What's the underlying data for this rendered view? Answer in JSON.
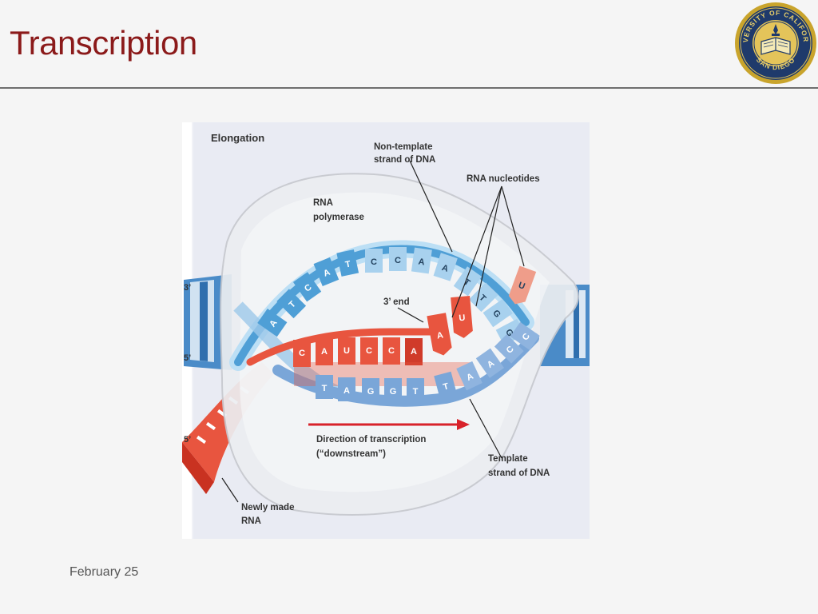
{
  "slide": {
    "title": "Transcription",
    "footer_date": "February 25"
  },
  "logo": {
    "text_top": "UNIVERSITY OF CALIFORNIA",
    "text_bottom": "SAN DIEGO"
  },
  "figure": {
    "panel_title": "Elongation",
    "labels": {
      "non_template_line1": "Non-template",
      "non_template_line2": "strand of DNA",
      "rna_nucleotides": "RNA nucleotides",
      "rna_polymerase_line1": "RNA",
      "rna_polymerase_line2": "polymerase",
      "three_prime_end": "3’ end",
      "direction_line1": "Direction of transcription",
      "direction_line2": "(“downstream”)",
      "template_line1": "Template",
      "template_line2": "strand of DNA",
      "newly_made_line1": "Newly made",
      "newly_made_line2": "RNA",
      "end_3prime_upper": "3’",
      "end_5prime_mid": "5’",
      "end_5prime_lower": "5’"
    },
    "non_template_bases": [
      "A",
      "T",
      "C",
      "A",
      "T",
      "C",
      "C",
      "A",
      "A",
      "T",
      "T",
      "G",
      "G"
    ],
    "rna_bases": [
      "C",
      "A",
      "U",
      "C",
      "C",
      "A"
    ],
    "free_nucleotides": [
      "A",
      "U",
      "U"
    ],
    "template_bases": [
      "T",
      "A",
      "G",
      "G",
      "T",
      "T",
      "A",
      "A",
      "C",
      "C"
    ],
    "colors": {
      "title": "#8b1a1a",
      "dna_blue": "#4f9fd6",
      "dna_light": "#a8d1ee",
      "template_blue": "#7aa6d8",
      "rna_red": "#e8553f",
      "rna_dark": "#d03b2a",
      "polymerase_fill": "#e9ecef",
      "arrow_red": "#d8222a",
      "logo_gold": "#c9a42c",
      "logo_navy": "#1f3a6b"
    }
  }
}
